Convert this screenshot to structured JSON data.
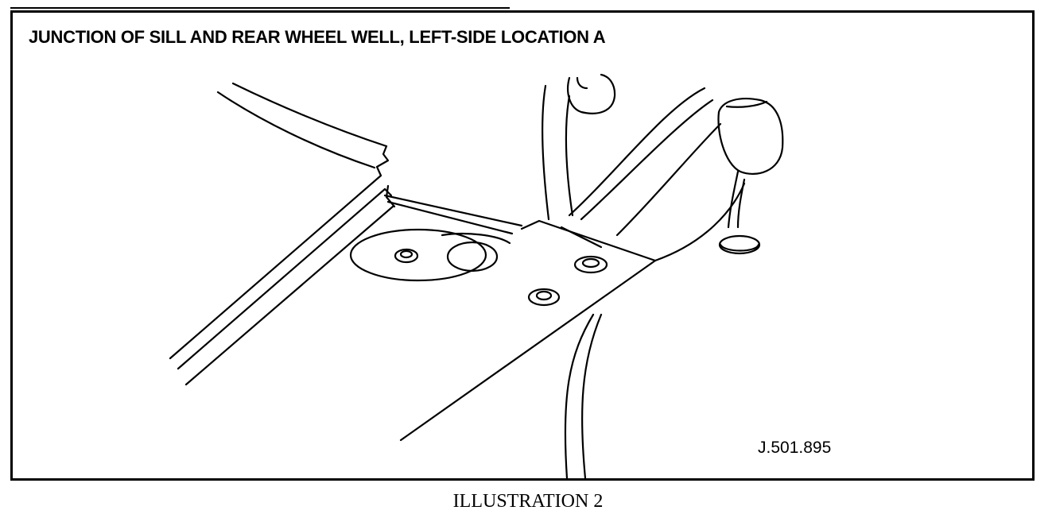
{
  "figure": {
    "title": "JUNCTION OF SILL AND REAR WHEEL WELL, LEFT-SIDE LOCATION A",
    "reference": "J.501.895",
    "caption": "ILLUSTRATION 2"
  },
  "colors": {
    "ink": "#000000",
    "paper": "#ffffff"
  }
}
